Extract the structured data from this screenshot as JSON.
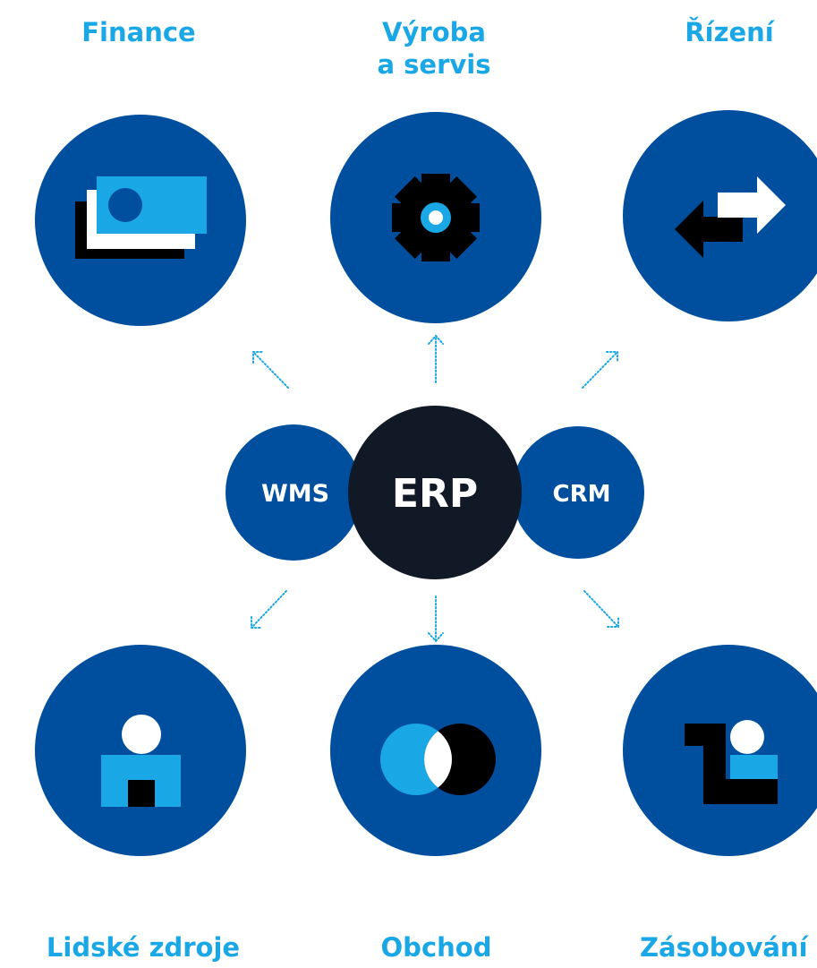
{
  "modules": {
    "finance": "Finance",
    "production_line1": "Výroba",
    "production_line2": "a servis",
    "management": "Řízení",
    "hr": "Lidské zdroje",
    "sales": "Obchod",
    "supply": "Zásobování"
  },
  "center": {
    "erp": "ERP",
    "wms": "WMS",
    "crm": "CRM"
  },
  "colors": {
    "module_blue": "#004f9f",
    "center_dark": "#111826",
    "accent_cyan": "#1aa7e6",
    "arrow": "#1aa7e6"
  },
  "icons": {
    "finance": "banknotes-icon",
    "production": "gear-icon",
    "management": "exchange-arrows-icon",
    "hr": "person-icon",
    "sales": "overlapping-circles-icon",
    "supply": "box-person-icon"
  }
}
